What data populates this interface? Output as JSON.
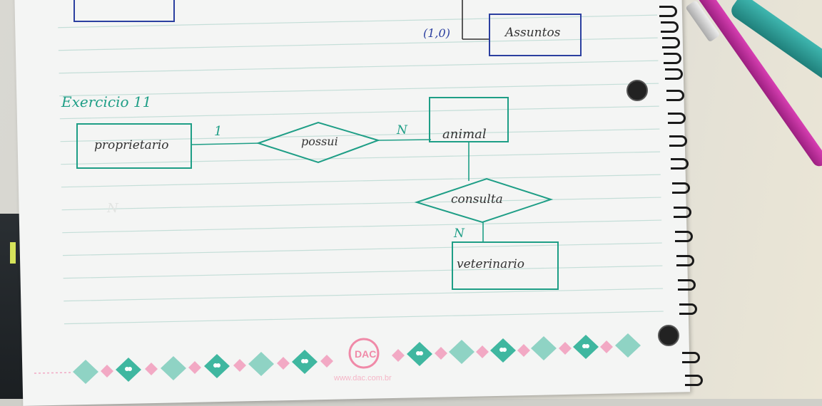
{
  "sheet": {
    "top_box_label": "Assuntos",
    "top_cardinality": "(1,0)",
    "exercise_heading": "Exercicio 11"
  },
  "diagram": {
    "entity_left": "proprietario",
    "relationship_top": "possui",
    "entity_right": "animal",
    "relationship_mid": "consulta",
    "entity_bottom": "veterinario",
    "card_left": "1",
    "card_right": "N",
    "card_bottom": "N"
  },
  "branding": {
    "logo": "DAC",
    "url": "www.dac.com.br"
  },
  "colors": {
    "teal_ink": "#1e9e86",
    "blue_ink": "#2b3fa0",
    "rule_line": "#b9d9d2",
    "diamond_teal": "#8fd3c4",
    "diamond_pink": "#f2a9c4"
  }
}
